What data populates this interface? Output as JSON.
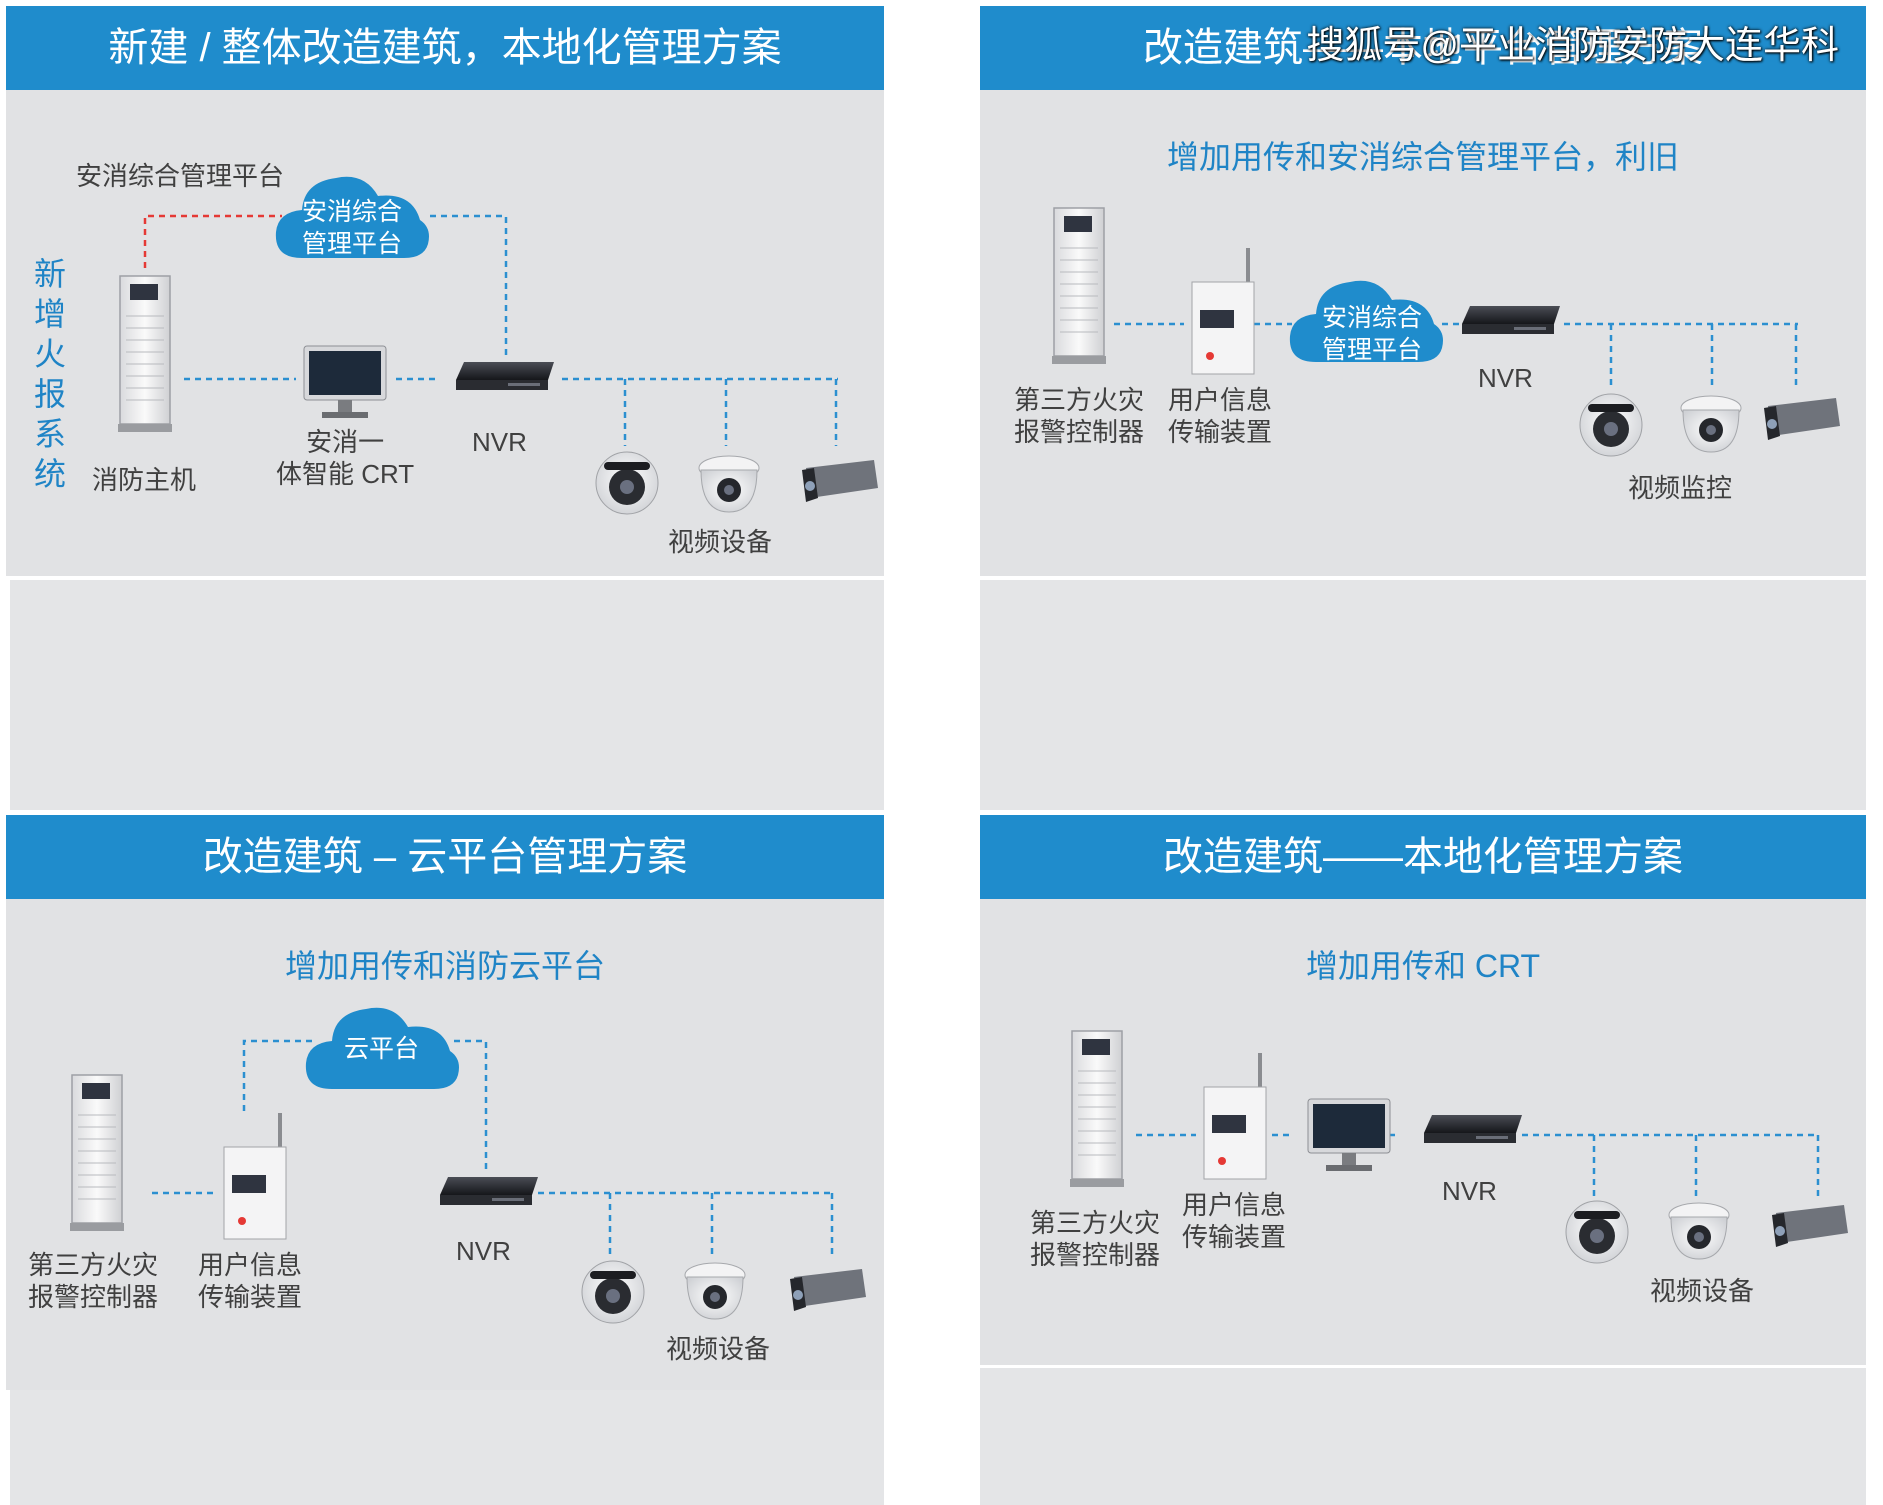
{
  "watermark": "搜狐号@平业消防安防大连华科",
  "panels": [
    {
      "title": "新建 / 整体改造建筑，本地化管理方案",
      "side_label": "新增火报系统",
      "platform_label": "安消综合管理平台",
      "cloud": "安消综合\n管理平台",
      "labels": {
        "host": "消防主机",
        "crt": "安消一\n体智能 CRT",
        "nvr": "NVR",
        "video": "视频设备"
      }
    },
    {
      "title": "改造建筑——本地平台管理方案",
      "subtitle": "增加用传和安消综合管理平台，利旧",
      "cloud": "安消综合\n管理平台",
      "labels": {
        "controller": "第三方火灾\n报警控制器",
        "transmitter": "用户信息\n传输装置",
        "nvr": "NVR",
        "video": "视频监控"
      }
    },
    {
      "title": "改造建筑 – 云平台管理方案",
      "subtitle": "增加用传和消防云平台",
      "cloud": "云平台",
      "labels": {
        "controller": "第三方火灾\n报警控制器",
        "transmitter": "用户信息\n传输装置",
        "nvr": "NVR",
        "video": "视频设备"
      }
    },
    {
      "title": "改造建筑——本地化管理方案",
      "subtitle": "增加用传和 CRT",
      "labels": {
        "controller": "第三方火灾\n报警控制器",
        "transmitter": "用户信息\n传输装置",
        "nvr": "NVR",
        "video": "视频设备"
      }
    }
  ],
  "icons": [
    "fire-cabinet-icon",
    "monitor-icon",
    "nvr-icon",
    "cloud-icon",
    "fisheye-camera-icon",
    "dome-camera-icon",
    "bullet-camera-icon",
    "transmitter-icon"
  ],
  "colors": {
    "header": "#1f8ccc",
    "subtitle": "#1f84c6",
    "link": "#2b8fd0",
    "red_link": "#e53935",
    "panel_bg": "#e1e2e4"
  }
}
